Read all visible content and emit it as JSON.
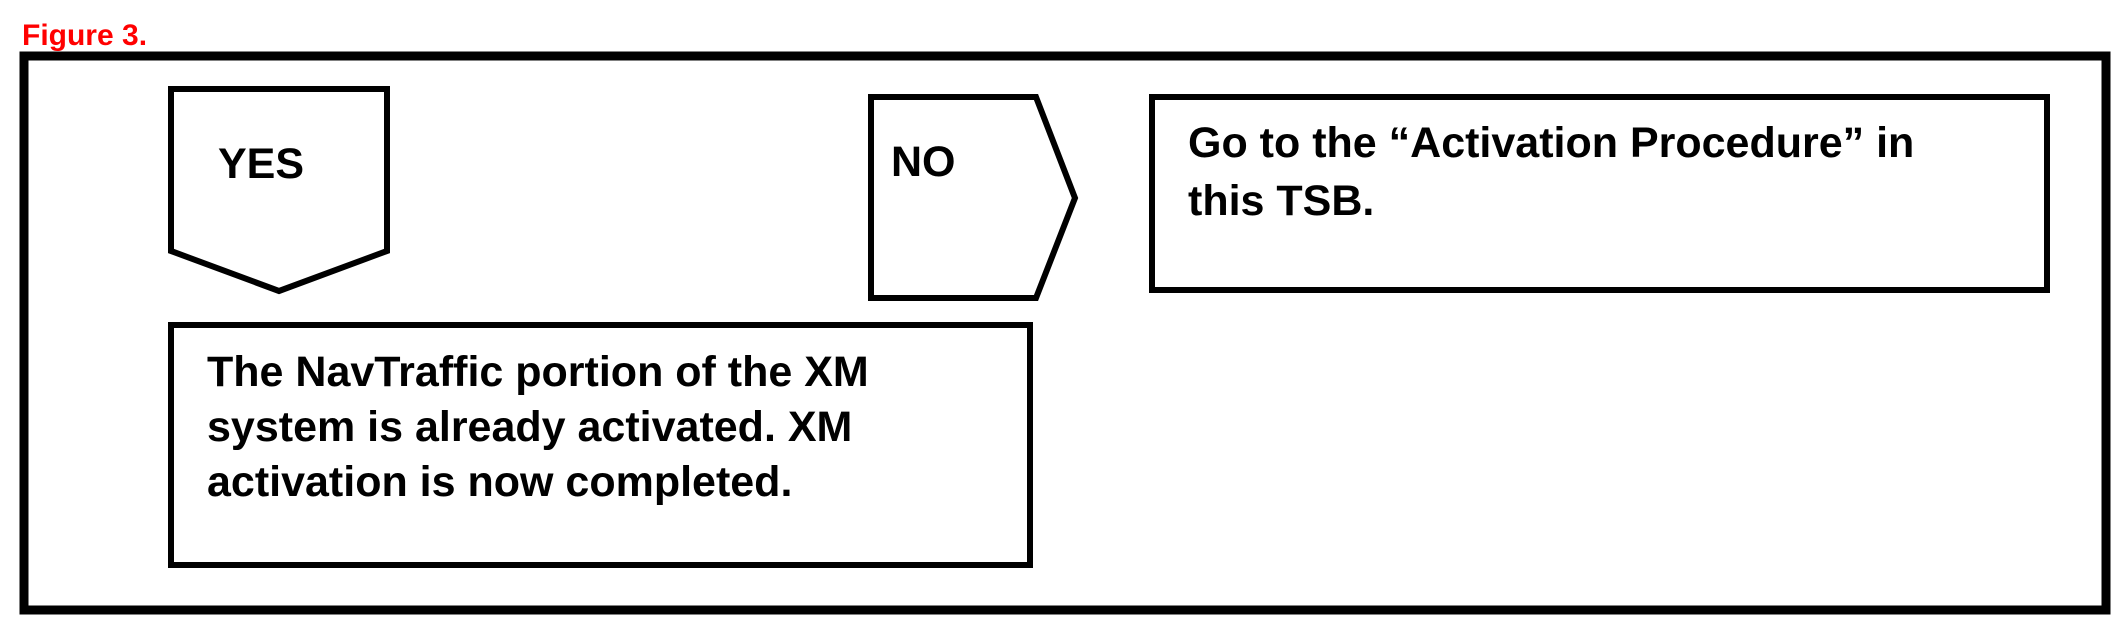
{
  "figure_label": "Figure 3.",
  "colors": {
    "figure_label": "#ff0000",
    "stroke": "#000000",
    "background": "#ffffff"
  },
  "yes_branch": {
    "label": "YES",
    "result_lines": [
      "The NavTraffic portion of the XM",
      "system is already activated. XM",
      "activation is now completed."
    ]
  },
  "no_branch": {
    "label": "NO",
    "result_lines": [
      "Go to the “Activation Procedure” in",
      "this TSB."
    ]
  }
}
